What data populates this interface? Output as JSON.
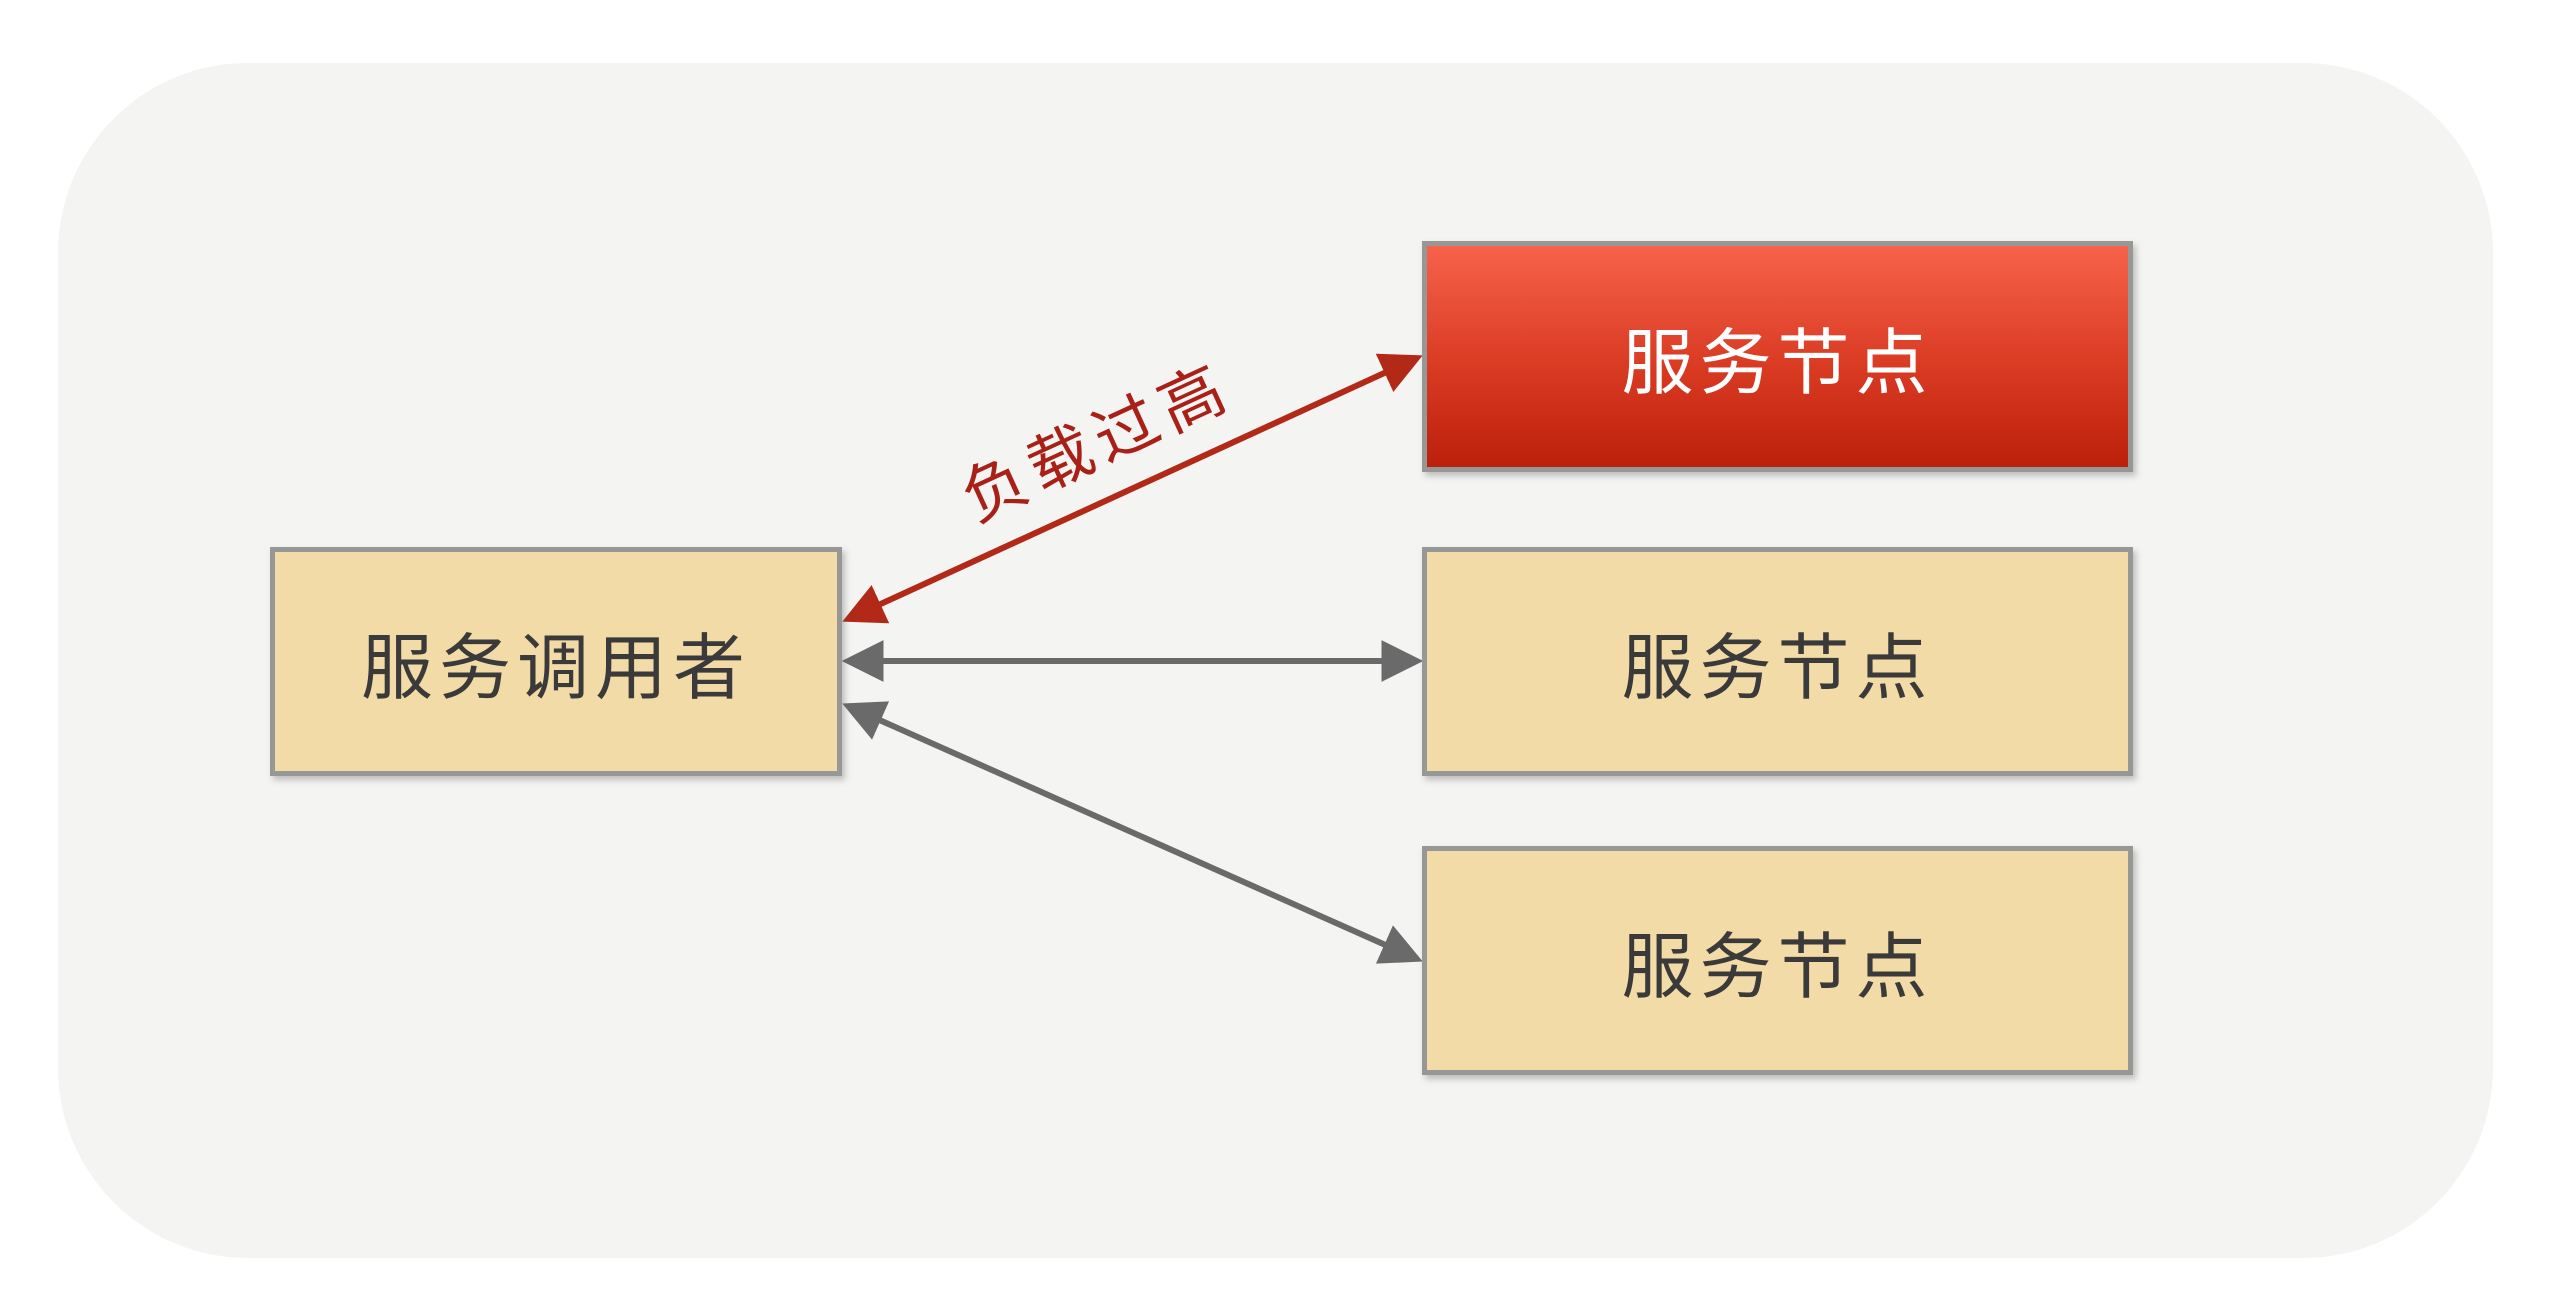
{
  "diagram": {
    "title_none": "",
    "nodes": {
      "caller": {
        "label": "服务调用者",
        "fill": "#F3DBA7",
        "border": "#979797",
        "text_color": "#3A3A3A"
      },
      "node_overloaded": {
        "label": "服务节点",
        "fill_gradient_top": "#F7624A",
        "fill_gradient_bottom": "#BC200B",
        "border": "#979797",
        "text_color": "#FFFFFF",
        "status": "overloaded"
      },
      "node_middle": {
        "label": "服务节点",
        "fill": "#F3DBA7",
        "border": "#979797",
        "text_color": "#3A3A3A"
      },
      "node_bottom": {
        "label": "服务节点",
        "fill": "#F3DBA7",
        "border": "#979797",
        "text_color": "#3A3A3A"
      }
    },
    "edges": {
      "overload_edge": {
        "label": "负载过高",
        "direction": "bidirectional",
        "from": "caller",
        "to": "node_overloaded"
      },
      "middle_edge": {
        "label": "",
        "direction": "bidirectional",
        "from": "caller",
        "to": "node_middle"
      },
      "bottom_edge": {
        "label": "",
        "direction": "bidirectional",
        "from": "caller",
        "to": "node_bottom"
      }
    },
    "colors": {
      "panel_bg": "#F4F4F2",
      "page_bg": "#FFFFFF",
      "arrow_red": "#B22A17",
      "arrow_gray": "#6A6A6A",
      "label_red": "#A92017",
      "node_border": "#979797"
    }
  }
}
